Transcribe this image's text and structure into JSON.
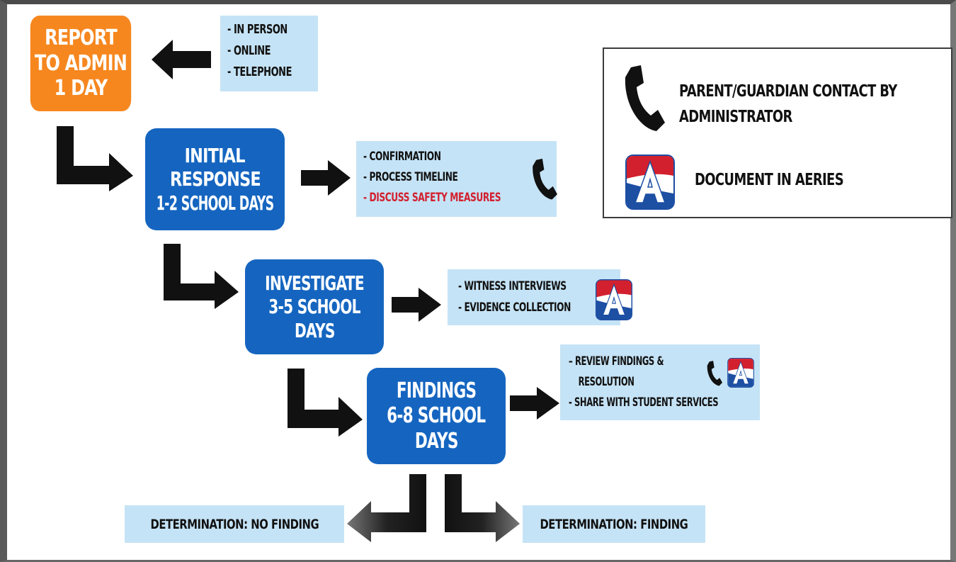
{
  "steps": {
    "report": {
      "lines": [
        "REPORT",
        "TO ADMIN",
        "1 DAY"
      ]
    },
    "initial": {
      "lines": [
        "INITIAL",
        "RESPONSE",
        "1-2 SCHOOL DAYS"
      ]
    },
    "investigate": {
      "lines": [
        "INVESTIGATE",
        "3-5 SCHOOL",
        "DAYS"
      ]
    },
    "findings": {
      "lines": [
        "FINDINGS",
        "6-8 SCHOOL",
        "DAYS"
      ]
    }
  },
  "notes": {
    "report": [
      "- IN PERSON",
      "- ONLINE",
      "- TELEPHONE"
    ],
    "initial": [
      "- CONFIRMATION",
      "- PROCESS TIMELINE",
      "- DISCUSS  SAFETY MEASURES"
    ],
    "investigate": [
      "- WITNESS INTERVIEWS",
      "- EVIDENCE COLLECTION"
    ],
    "findings": [
      "– REVIEW FINDINGS &",
      "RESOLUTION",
      "- SHARE WITH STUDENT SERVICES"
    ]
  },
  "determinations": {
    "no_finding": "DETERMINATION: NO FINDING",
    "finding": "DETERMINATION: FINDING"
  },
  "legend": {
    "phone_text_line1": "PARENT/GUARDIAN CONTACT BY",
    "phone_text_line2": "ADMINISTRATOR",
    "aeries_text": "DOCUMENT IN AERIES",
    "aeries_letter": "A"
  },
  "colors": {
    "orange": "#f6871f",
    "blue": "#1565c0",
    "light_blue": "#c5e3f6",
    "red_text": "#d3202e",
    "aeries_red": "#d3202e",
    "aeries_blue": "#1d4fa3",
    "arrow": "#111111"
  },
  "icons": {
    "phone": "phone-icon",
    "aeries": "aeries-logo-icon",
    "arrow": "arrow-icon"
  }
}
